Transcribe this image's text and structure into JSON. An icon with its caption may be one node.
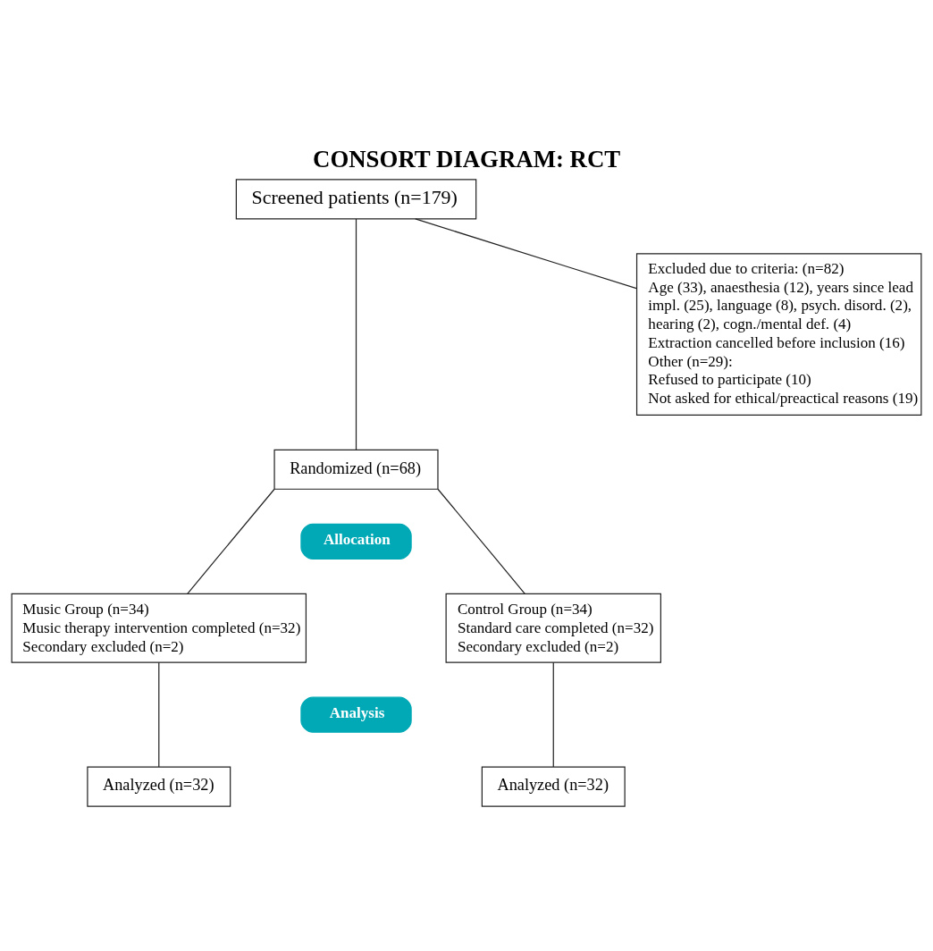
{
  "diagram": {
    "title": "CONSORT DIAGRAM: RCT",
    "nodes": [
      {
        "text": [
          "Screened patients (n=179)"
        ]
      },
      {
        "text": [
          "Excluded due to criteria: (n=82)",
          "Age (33), anaesthesia (12), years since lead impl. (25), language (8), psych. disord. (2), hearing (2), cogn./mental def. (4)",
          "Extraction cancelled before inclusion (16)",
          "Other (n=29):",
          "Refused to participate (10)",
          "Not asked for ethical/preactical reasons (19)"
        ]
      },
      {
        "text": [
          "Randomized (n=68)"
        ]
      },
      {
        "text": [
          "Allocation"
        ]
      },
      {
        "text": [
          "Music Group (n=34)",
          "Music therapy intervention completed (n=32)",
          "Secondary excluded (n=2)"
        ]
      },
      {
        "text": [
          "Control Group (n=34)",
          "Standard care completed (n=32)",
          "Secondary excluded (n=2)"
        ]
      },
      {
        "text": [
          "Analysis"
        ]
      },
      {
        "text": [
          "Analyzed (n=32)"
        ]
      },
      {
        "text": [
          "Analyzed (n=32)"
        ]
      }
    ],
    "edges": [
      {
        "from": 0,
        "to": 2,
        "arrow": "none"
      },
      {
        "from": 0,
        "to": 1,
        "arrow": "none"
      },
      {
        "from": 2,
        "to": 4,
        "arrow": "none"
      },
      {
        "from": 2,
        "to": 5,
        "arrow": "none"
      },
      {
        "from": 4,
        "to": 7,
        "arrow": "none"
      },
      {
        "from": 5,
        "to": 8,
        "arrow": "none"
      }
    ]
  }
}
